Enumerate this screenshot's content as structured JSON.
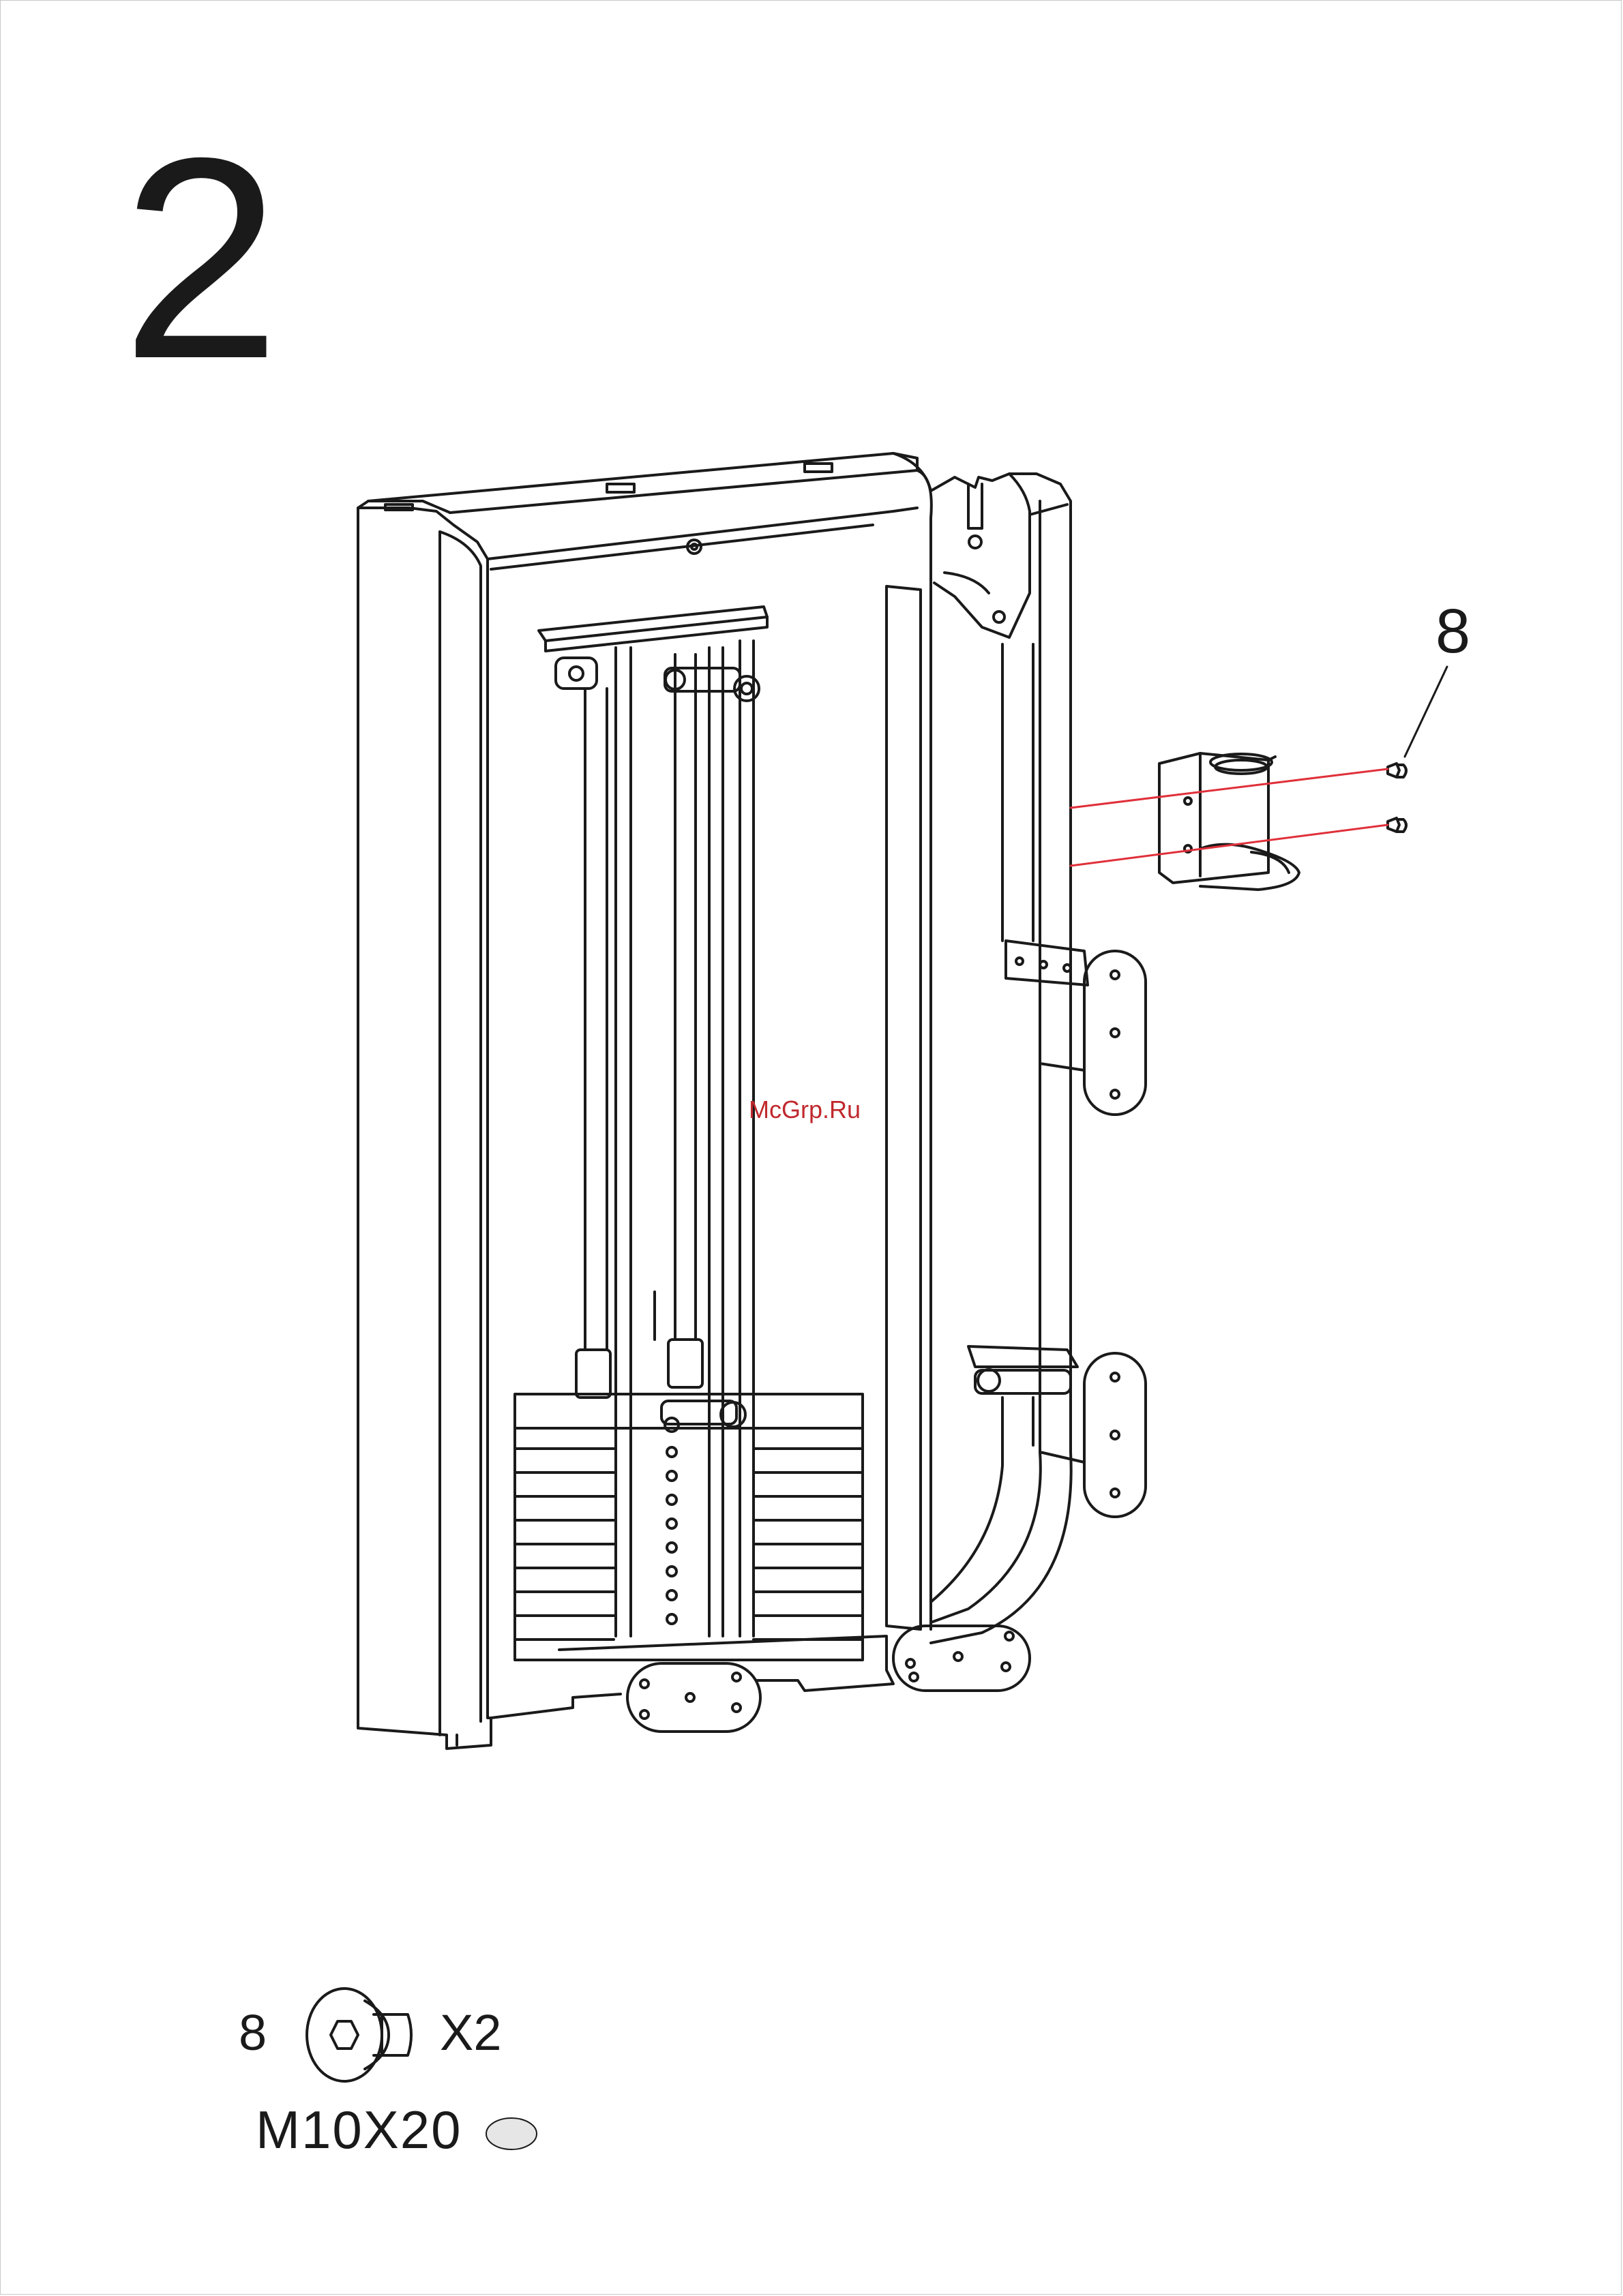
{
  "step": {
    "number": "2"
  },
  "callout": {
    "part_number": "8"
  },
  "watermark": {
    "text": "McGrp.Ru"
  },
  "hardware": {
    "part_number": "8",
    "quantity": "X2",
    "size": "M10X20"
  },
  "colors": {
    "line": "#1a1a1a",
    "assembly_line": "#e0303a",
    "watermark": "#c0292d",
    "washer_fill": "#e6e6e6"
  },
  "icons": [
    "hex-socket-bolt-icon",
    "washer-icon"
  ]
}
